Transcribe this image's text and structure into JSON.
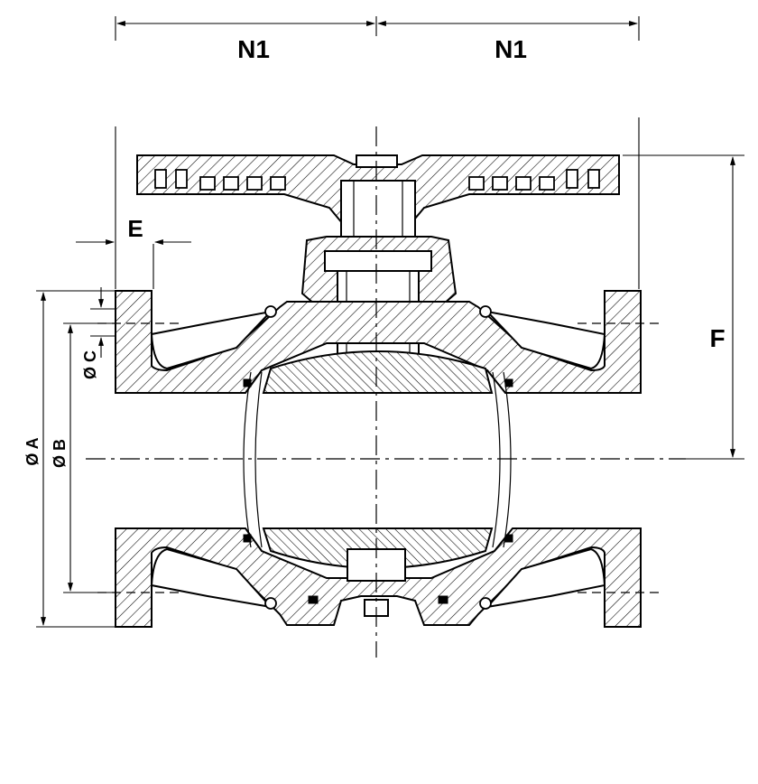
{
  "drawing": {
    "type": "ball-valve-cross-section",
    "dimensions": {
      "n1_left": "N1",
      "n1_right": "N1",
      "e": "E",
      "f": "F",
      "dia_a": "Ø A",
      "dia_b": "Ø B",
      "dia_c": "Ø C"
    }
  }
}
